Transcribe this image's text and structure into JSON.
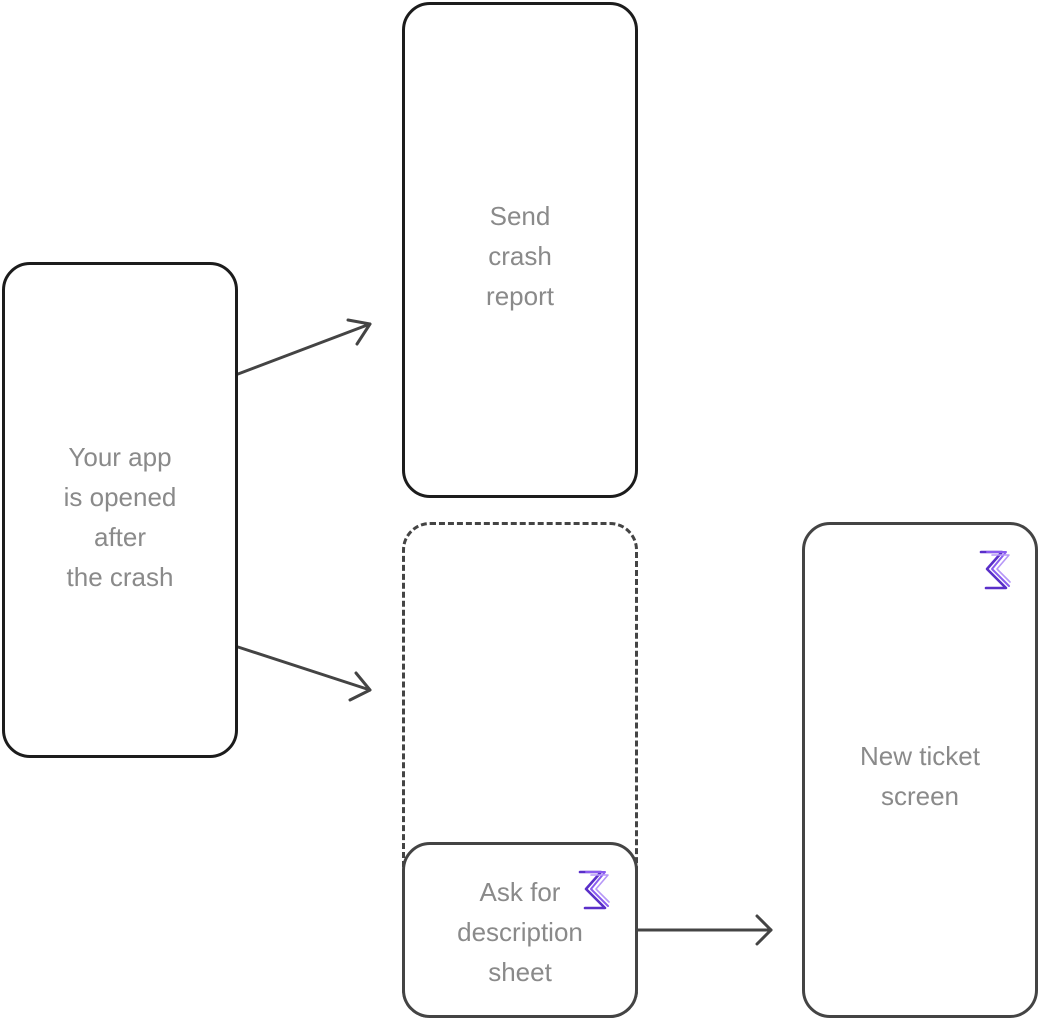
{
  "nodes": {
    "app_opened": {
      "lines": [
        "Your app",
        "is opened",
        "after",
        "the crash"
      ]
    },
    "send_report": {
      "lines": [
        "Send",
        "crash",
        "report"
      ]
    },
    "ask_description": {
      "lines": [
        "Ask for",
        "description",
        "sheet"
      ]
    },
    "new_ticket": {
      "lines": [
        "New ticket",
        "screen"
      ]
    }
  },
  "colors": {
    "box_stroke": "#1c1c1c",
    "arrow_stroke": "#444444",
    "label_text": "#8a8a8a",
    "logo_accent": "#7b3fe4"
  },
  "icons": {
    "logo": "brand-s-logo-icon"
  }
}
